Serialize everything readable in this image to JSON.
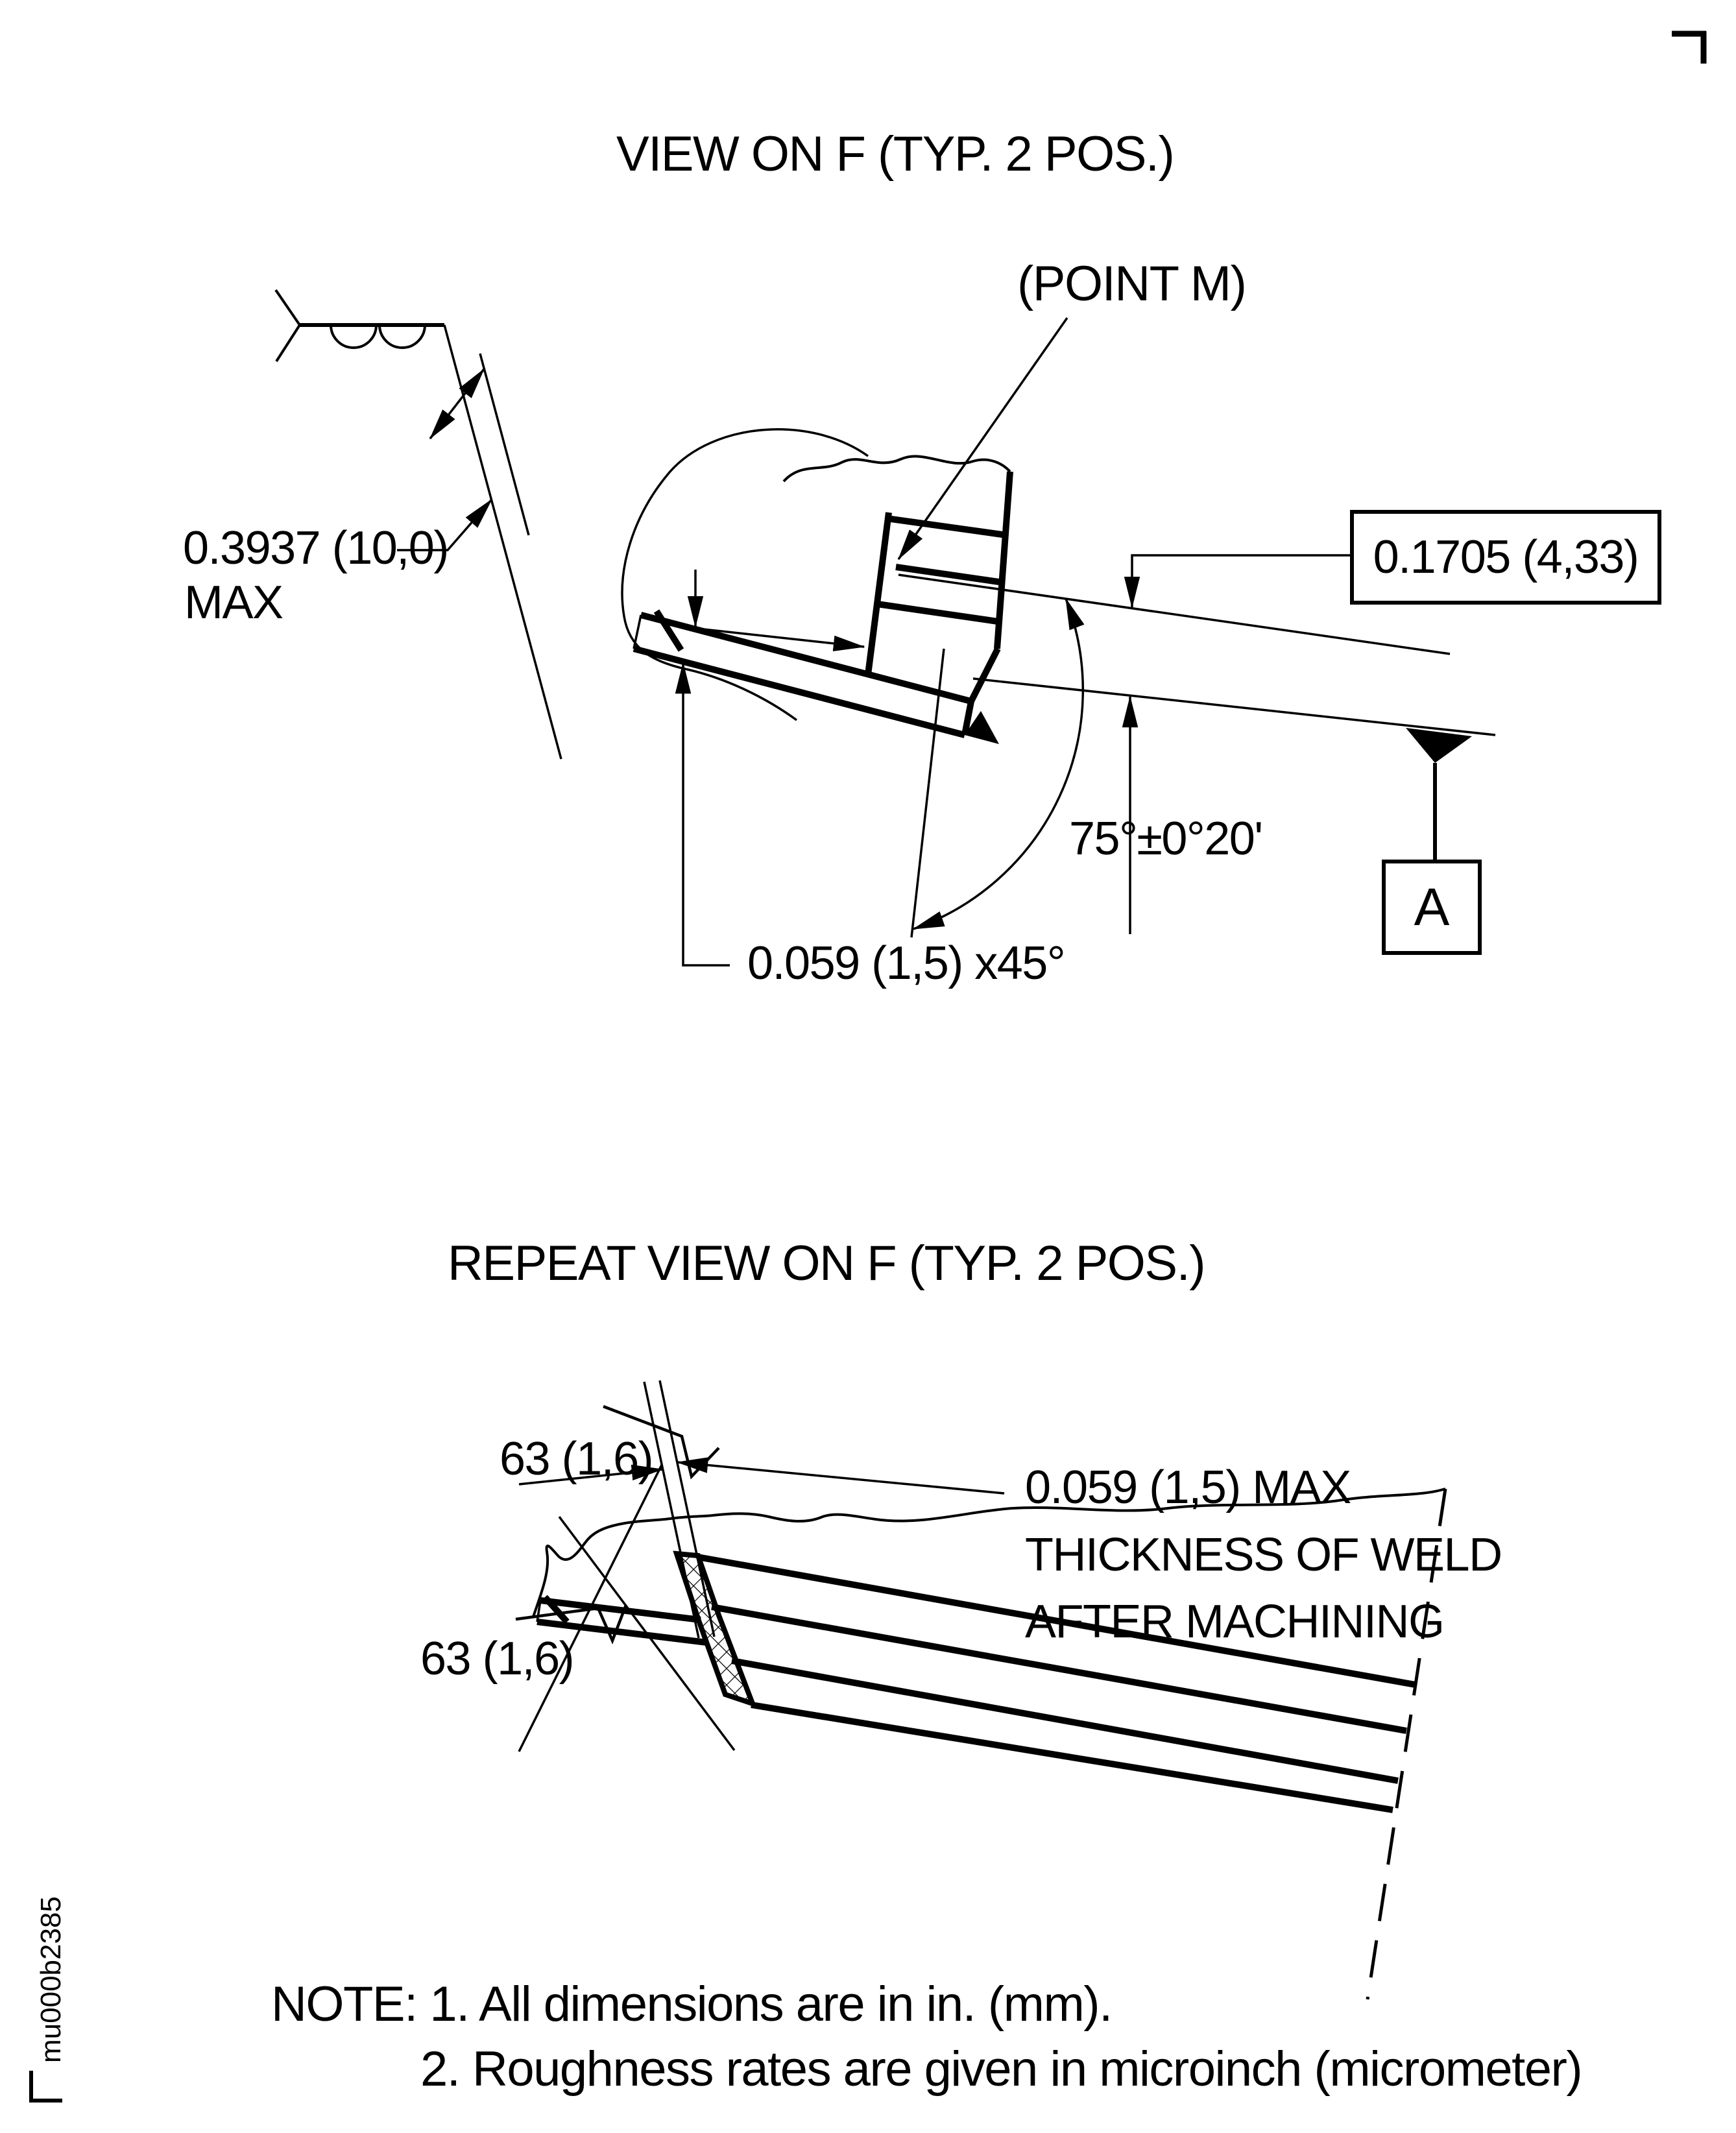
{
  "document": {
    "ink_color": "#000000",
    "view1": {
      "title": "VIEW ON F (TYP. 2 POS.)",
      "point_m": "(POINT M)",
      "max_weld_height": "0.3937 (10,0)",
      "max_weld_height_suffix": "MAX",
      "root_offset_boxed": "0.1705 (4,33)",
      "bevel_angle": "75°±0°20'",
      "chamfer": "0.059 (1,5) x45°",
      "datum_letter": "A"
    },
    "view2": {
      "title": "REPEAT VIEW ON F (TYP. 2 POS.)",
      "roughness_1": "63 (1,6)",
      "roughness_2": "63 (1,6)",
      "weld_thickness_line1": "0.059 (1,5) MAX",
      "weld_thickness_line2": "THICKNESS OF WELD",
      "weld_thickness_line3": "AFTER MACHINING"
    },
    "notes": {
      "line1": "NOTE: 1. All dimensions are in in. (mm).",
      "line2": "2. Roughness rates are given in microinch (micrometer)"
    },
    "doc_number": "mu000b2385"
  }
}
